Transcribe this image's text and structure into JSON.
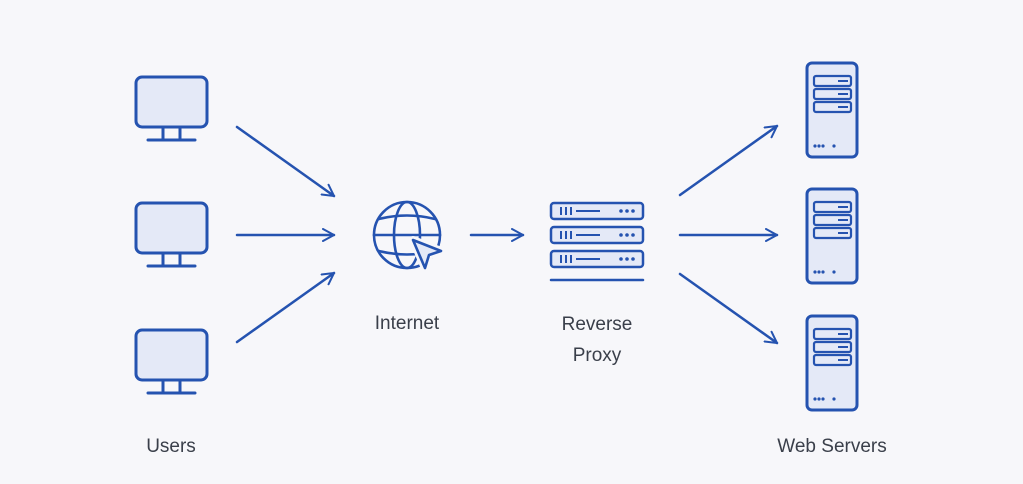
{
  "labels": {
    "users": "Users",
    "internet": "Internet",
    "proxy_line1": "Reverse",
    "proxy_line2": "Proxy",
    "web_servers": "Web Servers"
  },
  "icons": {
    "user_computers": [
      "monitor-icon",
      "monitor-icon",
      "monitor-icon"
    ],
    "internet": "globe-cursor-icon",
    "proxy": "server-rack-icon",
    "web_servers": [
      "server-tower-icon",
      "server-tower-icon",
      "server-tower-icon"
    ]
  },
  "colors": {
    "background": "#f7f7fa",
    "stroke": "#2553b0",
    "fill": "#e4e9f7",
    "text": "#3a3f4a"
  }
}
